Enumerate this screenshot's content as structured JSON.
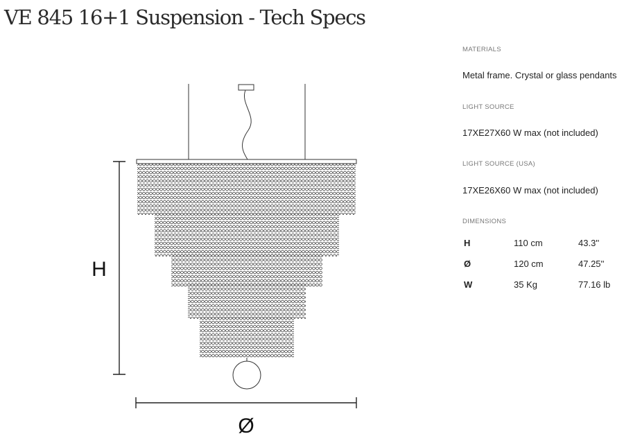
{
  "title": "VE 845 16+1 Suspension - Tech Specs",
  "drawing": {
    "height_label": "H",
    "diameter_label": "Ø"
  },
  "specs": {
    "materials": {
      "label": "MATERIALS",
      "value": "Metal frame. Crystal or glass pendants"
    },
    "light_source": {
      "label": "LIGHT SOURCE",
      "value": "17XE27X60 W max (not included)"
    },
    "light_source_usa": {
      "label": "LIGHT SOURCE (USA)",
      "value": "17XE26X60 W max (not included)"
    },
    "dimensions": {
      "label": "DIMENSIONS",
      "rows": [
        {
          "key": "H",
          "metric": "110 cm",
          "imperial": "43.3''"
        },
        {
          "key": "Ø",
          "metric": "120 cm",
          "imperial": "47.25''"
        },
        {
          "key": "W",
          "metric": "35 Kg",
          "imperial": "77.16 lb"
        }
      ]
    }
  }
}
